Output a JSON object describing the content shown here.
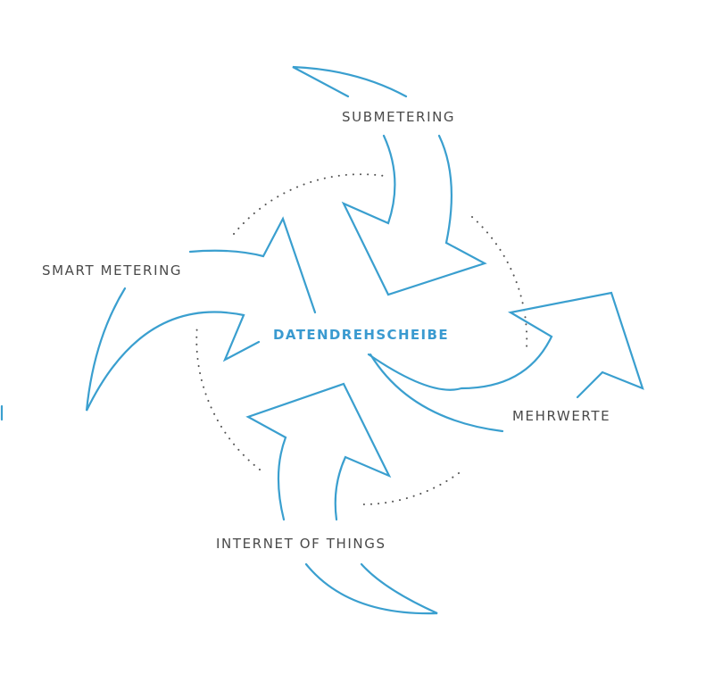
{
  "diagram": {
    "center_label": "DATENDREHSCHEIBE",
    "labels": {
      "submetering": "SUBMETERING",
      "smart_metering": "SMART METERING",
      "mehrwerte": "MEHRWERTE",
      "iot": "INTERNET OF THINGS"
    },
    "colors": {
      "arrow": "#3a9fcf",
      "center_text": "#3a9ad0",
      "label_text": "#4a4a4a",
      "dots": "#555555"
    }
  }
}
